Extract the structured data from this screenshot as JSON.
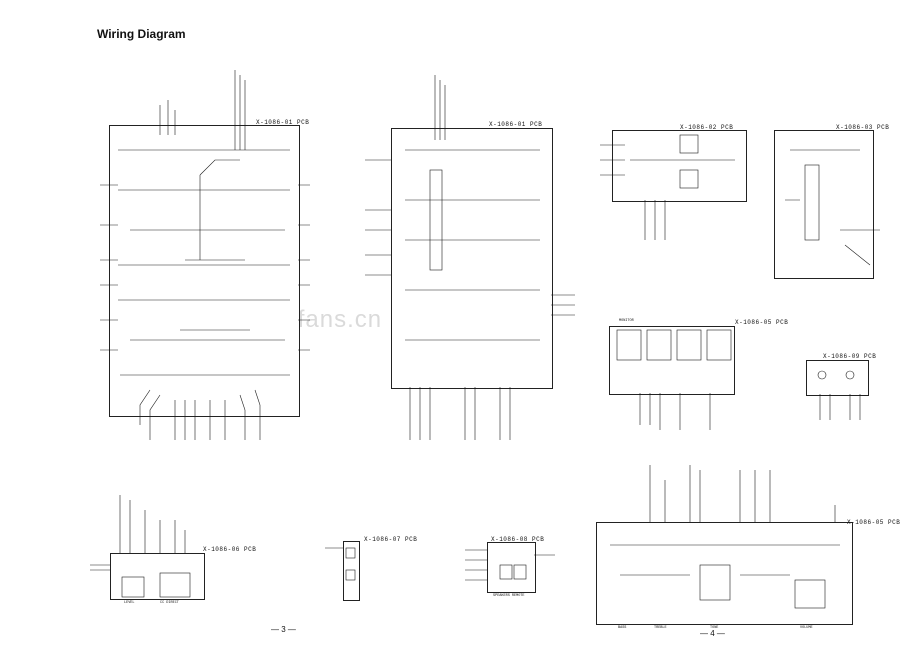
{
  "title": "Wiring Diagram",
  "watermark": "www.radiofans.cn",
  "pages": {
    "left": "— 3 —",
    "right": "— 4 —"
  },
  "boards": {
    "pcb01_left": "X-1086-01 PCB",
    "pcb01_mid": "X-1086-01 PCB",
    "pcb02": "X-1086-02 PCB",
    "pcb03": "X-1086-03 PCB",
    "pcb05_right": "X-1086-05 PCB",
    "pcb09": "X-1086-09 PCB",
    "pcb05_bottom": "X-1086-05 PCB",
    "pcb06": "X-1086-06 PCB",
    "pcb07": "X-1086-07 PCB",
    "pcb08": "X-1086-08 PCB"
  },
  "labels": {
    "level": "LEVEL",
    "cc_direct": "CC DIRECT",
    "speakers_remote": "SPEAKERS REMOTE",
    "bass": "BASS",
    "treble": "TREBLE",
    "tone": "TONE",
    "volume": "VOLUME",
    "monitor": "MONITOR"
  },
  "colors": {
    "ink": "#1a1a1a",
    "paper": "#ffffff",
    "watermark": "#9a9a9a"
  }
}
